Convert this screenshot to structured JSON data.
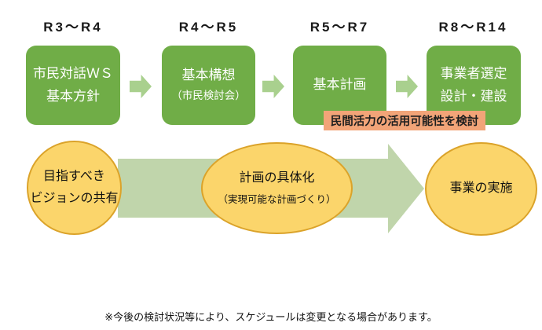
{
  "colors": {
    "box_green": "#70AD47",
    "step_arrow_green": "#A9D08E",
    "flow_band_green": "#C0D5AB",
    "ellipse_yellow": "#FBD56B",
    "ellipse_border": "#DBA32A",
    "banner_orange": "#F2A478",
    "box_text": "#ffffff",
    "text": "#1a1a1a"
  },
  "phases": [
    {
      "period": "R3～R4",
      "line1": "市民対話ＷＳ",
      "line2": "基本方針"
    },
    {
      "period": "R4～R5",
      "line1": "基本構想",
      "line2": "（市民検討会）"
    },
    {
      "period": "R5～R7",
      "line1": "基本計画"
    },
    {
      "period": "R8～R14",
      "line1": "事業者選定",
      "line2": "設計・建設"
    }
  ],
  "banner": {
    "label": "民間活力の活用可能性を検討"
  },
  "stages": [
    {
      "line1": "目指すべき",
      "line2": "ビジョンの共有"
    },
    {
      "line1": "計画の具体化",
      "line2": "（実現可能な計画づくり）"
    },
    {
      "line1": "事業の実施"
    }
  ],
  "footnote": "※今後の検討状況等により、スケジュールは変更となる場合があります。"
}
